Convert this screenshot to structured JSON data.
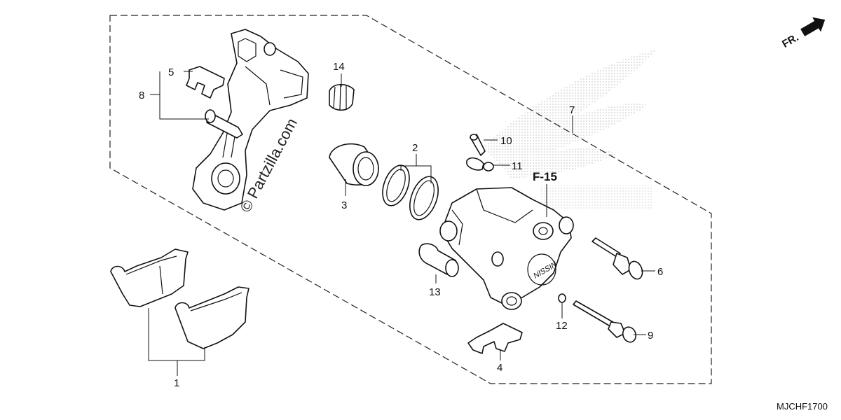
{
  "labels": {
    "p1": "1",
    "p2": "2",
    "p3": "3",
    "p4": "4",
    "p5": "5",
    "p6": "6",
    "p7": "7",
    "p8": "8",
    "p9": "9",
    "p10": "10",
    "p11": "11",
    "p12": "12",
    "p13": "13",
    "p14": "14"
  },
  "reference": "F-15",
  "watermark": "© Partzilla.com",
  "direction": "FR.",
  "diagram_code": "MJCHF1700",
  "caliper_brand": "NISSIN",
  "colors": {
    "ink": "#111111",
    "logo_dots": "#b8b8b8"
  }
}
